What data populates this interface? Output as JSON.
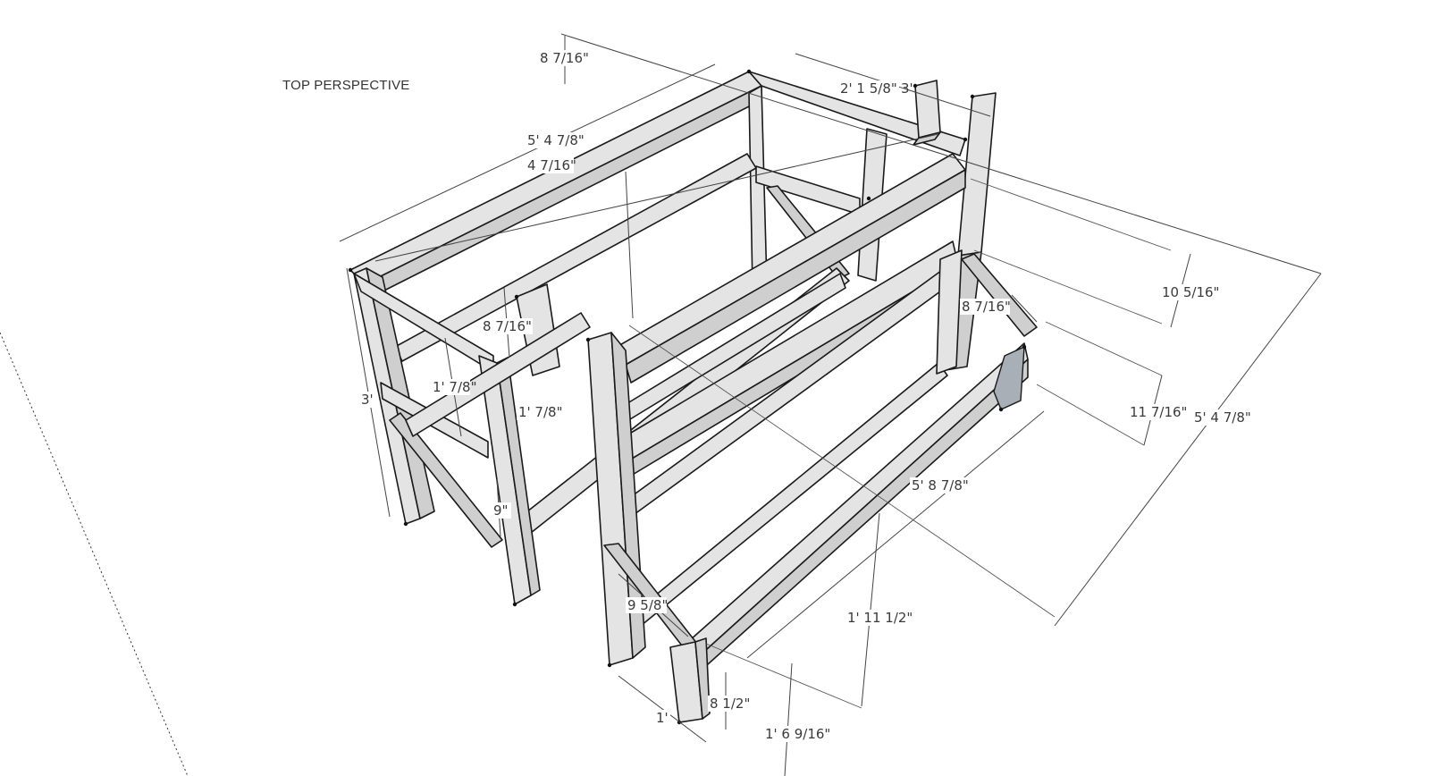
{
  "view_title": "TOP PERSPECTIVE",
  "dimensions": {
    "top_height": "8 7/16\"",
    "top_width": "2' 1 5/8\"",
    "top_span": "3'",
    "top_rail_length": "5' 4 7/8\"",
    "rail_offset": "4 7/16\"",
    "left_post_height": "3'",
    "left_upper_height": "8 7/16\"",
    "left_rail_gap": "1' 7/8\"",
    "left_rail_gap_2": "1' 7/8\"",
    "left_lower": "9\"",
    "right_top_gap": "10 5/16\"",
    "right_brace": "8 7/16\"",
    "right_mid_gap": "11 7/16\"",
    "right_overall": "5' 4 7/8\"",
    "bench_length": "5' 8 7/8\"",
    "front_height": "1' 11 1/2\"",
    "front_brace": "9 5/8\"",
    "front_foot": "8 1/2\"",
    "front_depth": "1'",
    "front_bench_height": "1' 6 9/16\""
  },
  "colors": {
    "wood_face": "#e4e4e4",
    "wood_shade": "#cfcfcf",
    "selected_face": "#a9afb6",
    "edges": "#1a1a1a"
  }
}
